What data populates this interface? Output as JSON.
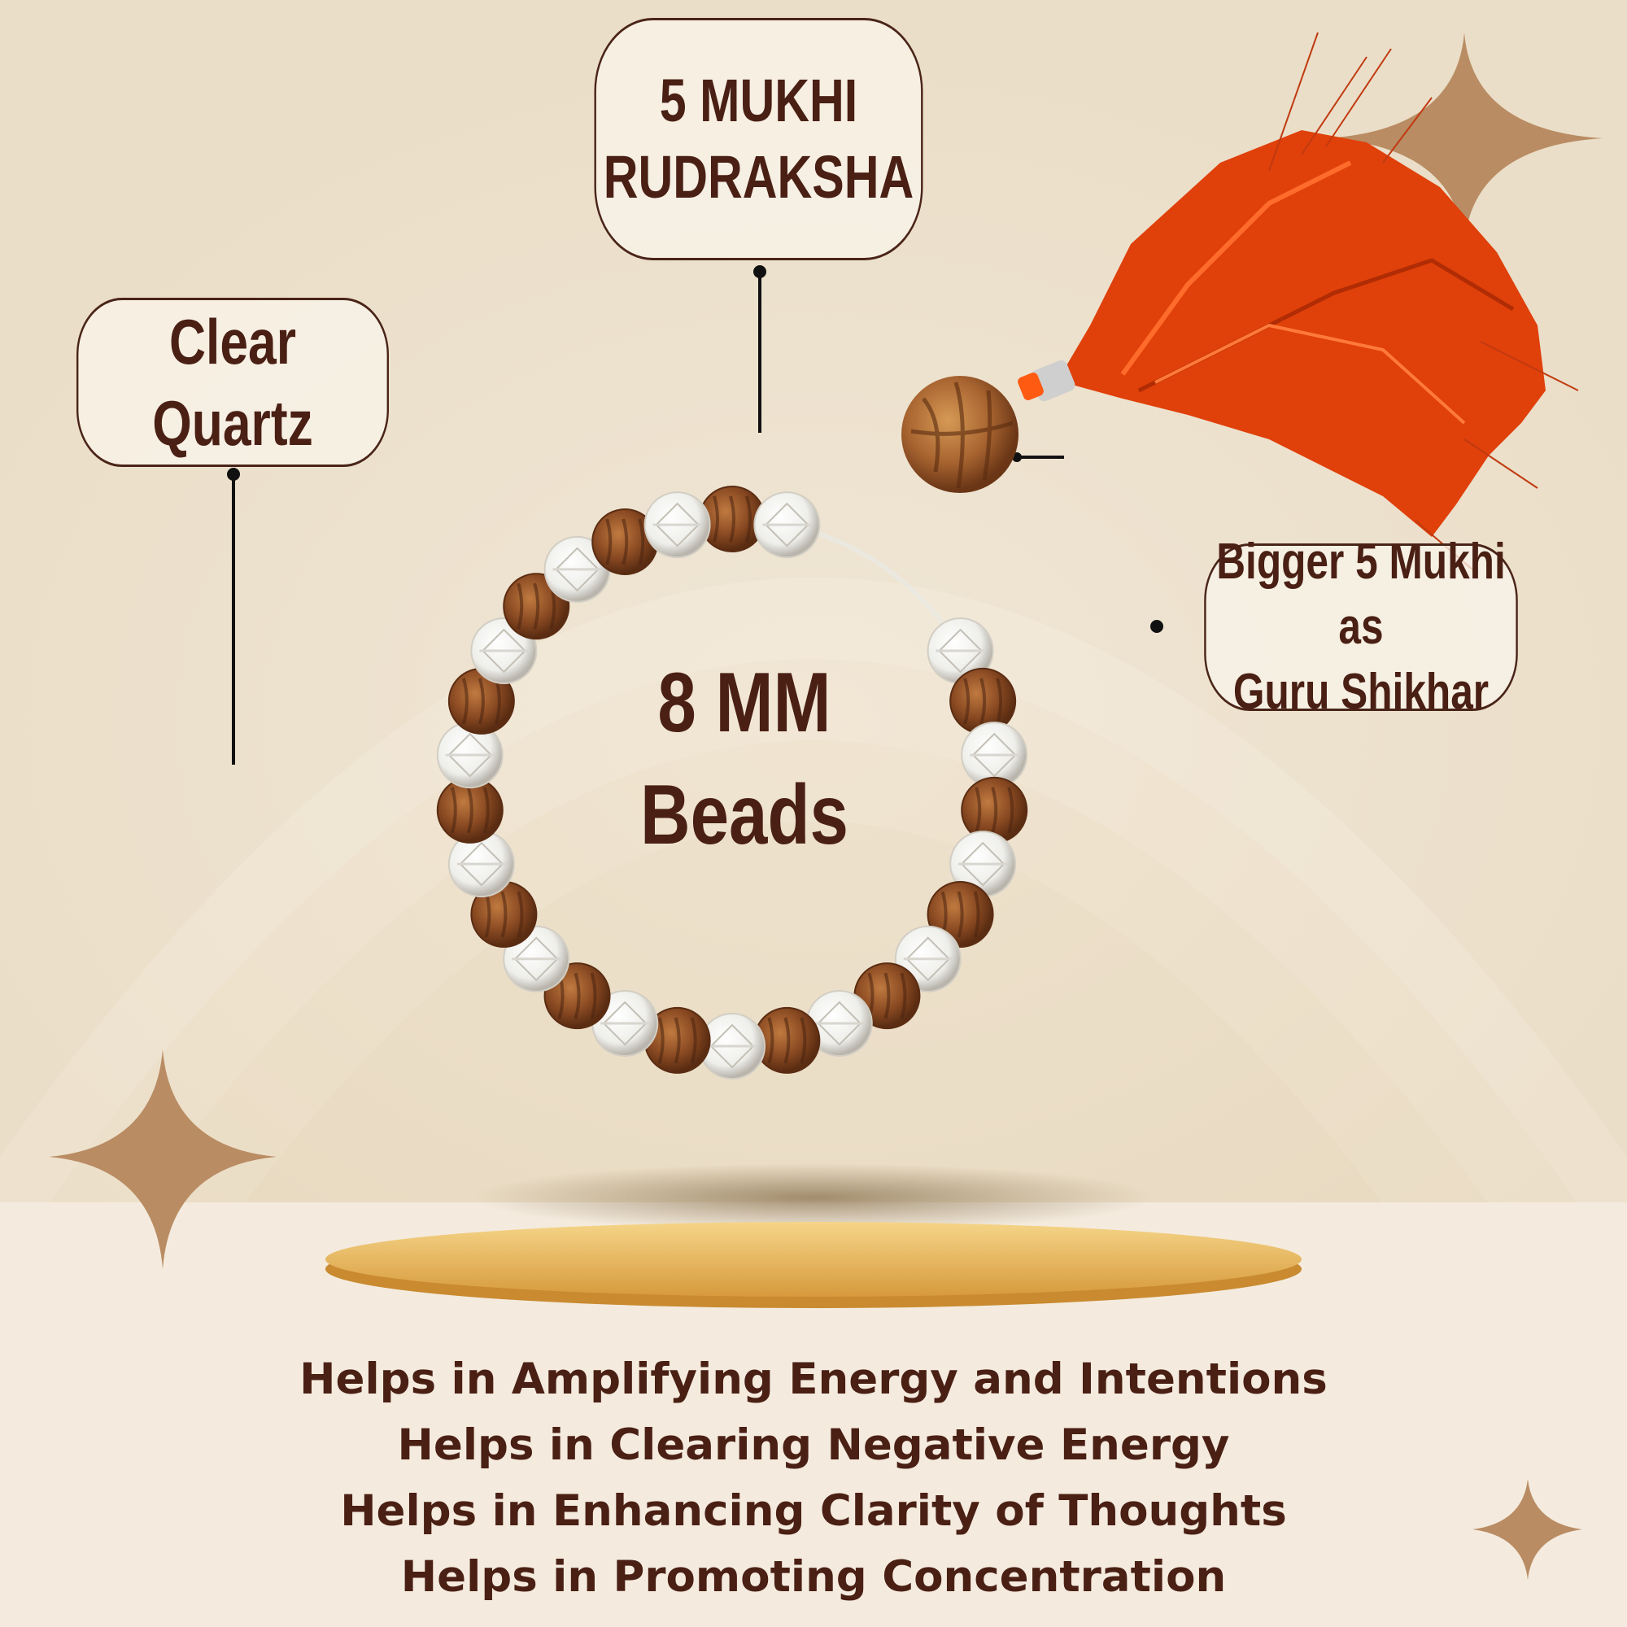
{
  "callouts": {
    "rudraksha": [
      "5 MUKHI",
      "RUDRAKSHA"
    ],
    "quartz": [
      "Clear",
      "Quartz"
    ],
    "guru_bead": [
      "Bigger 5 Mukhi as",
      "Guru Shikhar"
    ]
  },
  "bead_size": [
    "8 MM",
    "Beads"
  ],
  "benefits": [
    "Helps in Amplifying Energy and Intentions",
    "Helps in Clearing Negative Energy",
    "Helps in Enhancing Clarity of Thoughts",
    "Helps in Promoting Concentration"
  ],
  "colors": {
    "text": "#4a1f14",
    "background": "#efe5d4",
    "rudraksha_bead": "#8a4a22",
    "quartz_bead": "#f4f4f4",
    "tassel": "#e0400a",
    "pedestal": "#e7b864",
    "sparkle": "#b98c63"
  },
  "icons": [
    "sparkle-icon",
    "rudraksha-bead-icon",
    "quartz-bead-icon",
    "tassel-icon"
  ]
}
